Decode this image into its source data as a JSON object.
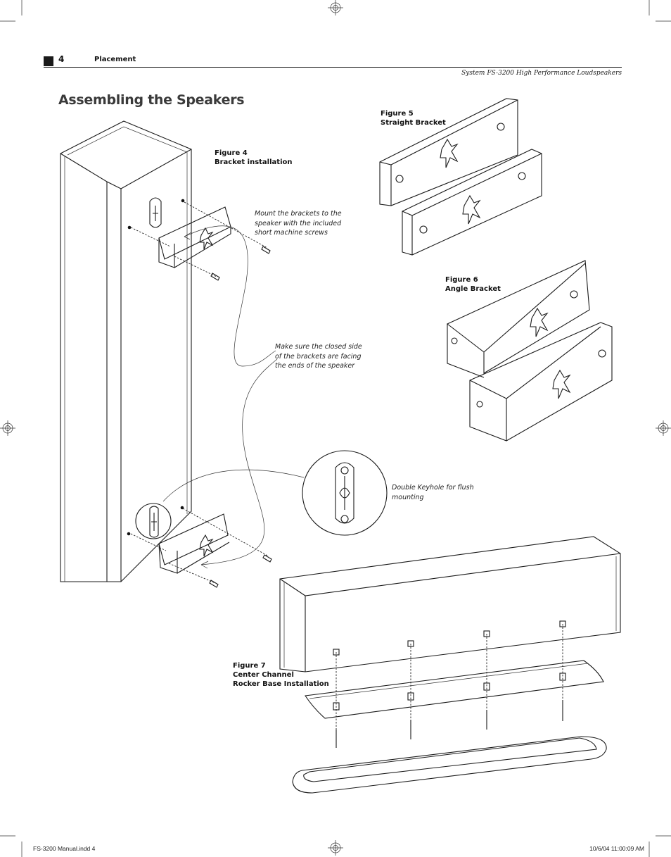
{
  "header": {
    "page_number": "4",
    "section": "Placement",
    "subtitle": "System FS-3200 High Performance Loudspeakers"
  },
  "title": "Assembling the Speakers",
  "figures": {
    "fig4": {
      "number": "Figure 4",
      "caption": "Bracket installation"
    },
    "fig5": {
      "number": "Figure 5",
      "caption": "Straight Bracket"
    },
    "fig6": {
      "number": "Figure 6",
      "caption": "Angle Bracket"
    },
    "fig7": {
      "number": "Figure 7",
      "caption_line1": "Center Channel",
      "caption_line2": "Rocker Base Installation"
    }
  },
  "notes": {
    "mount": [
      "Mount the brackets to the",
      "speaker with the included",
      "short machine screws"
    ],
    "closed_side": [
      "Make sure the closed side",
      "of the brackets are facing",
      "the ends of the speaker"
    ],
    "keyhole": [
      "Double Keyhole for flush",
      "mounting"
    ]
  },
  "footer": {
    "file": "FS-3200 Manual.indd   4",
    "timestamp": "10/6/04   11:00:09 AM"
  }
}
